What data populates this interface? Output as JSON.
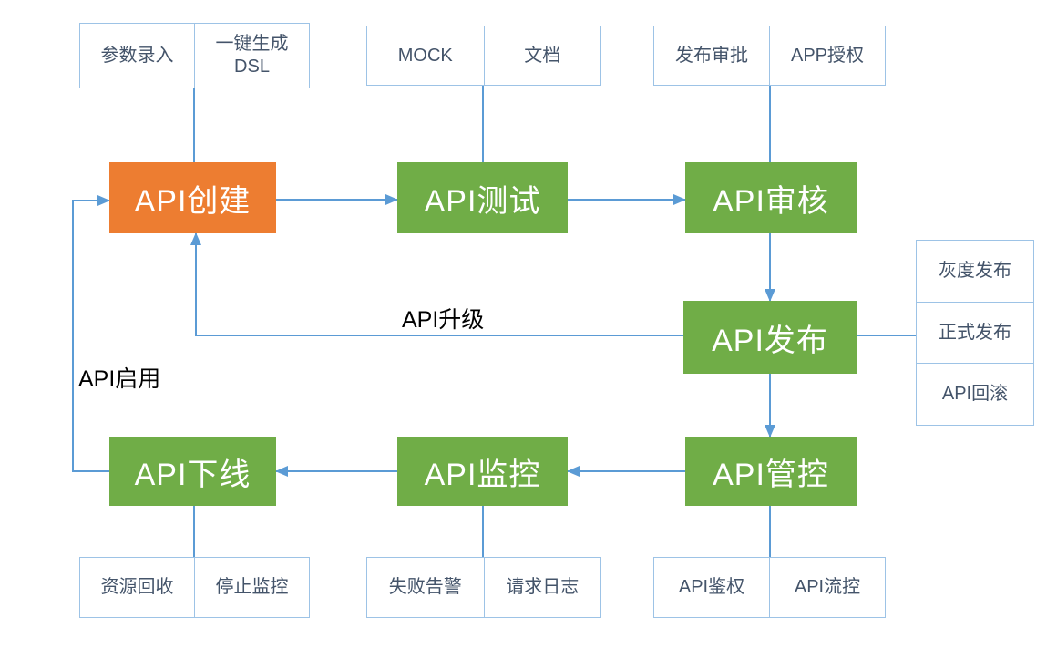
{
  "diagram": {
    "stages": {
      "create": {
        "label": "API创建"
      },
      "test": {
        "label": "API测试"
      },
      "review": {
        "label": "API审核"
      },
      "publish": {
        "label": "API发布"
      },
      "control": {
        "label": "API管控"
      },
      "monitor": {
        "label": "API监控"
      },
      "offline": {
        "label": "API下线"
      }
    },
    "features": {
      "create": [
        "参数录入",
        "一键生成DSL"
      ],
      "test": [
        "MOCK",
        "文档"
      ],
      "review": [
        "发布审批",
        "APP授权"
      ],
      "publish": [
        "灰度发布",
        "正式发布",
        "API回滚"
      ],
      "offline": [
        "资源回收",
        "停止监控"
      ],
      "monitor": [
        "失败告警",
        "请求日志"
      ],
      "control": [
        "API鉴权",
        "API流控"
      ]
    },
    "edge_labels": {
      "upgrade": "API升级",
      "enable": "API启用"
    },
    "colors": {
      "create_fill": "#ED7D31",
      "stage_fill": "#70AD47",
      "stage_text": "#FFFFFF",
      "connector": "#5B9BD5",
      "feature_border": "#9DC3E6",
      "feature_text": "#44546A",
      "edge_label_text": "#000000"
    }
  }
}
